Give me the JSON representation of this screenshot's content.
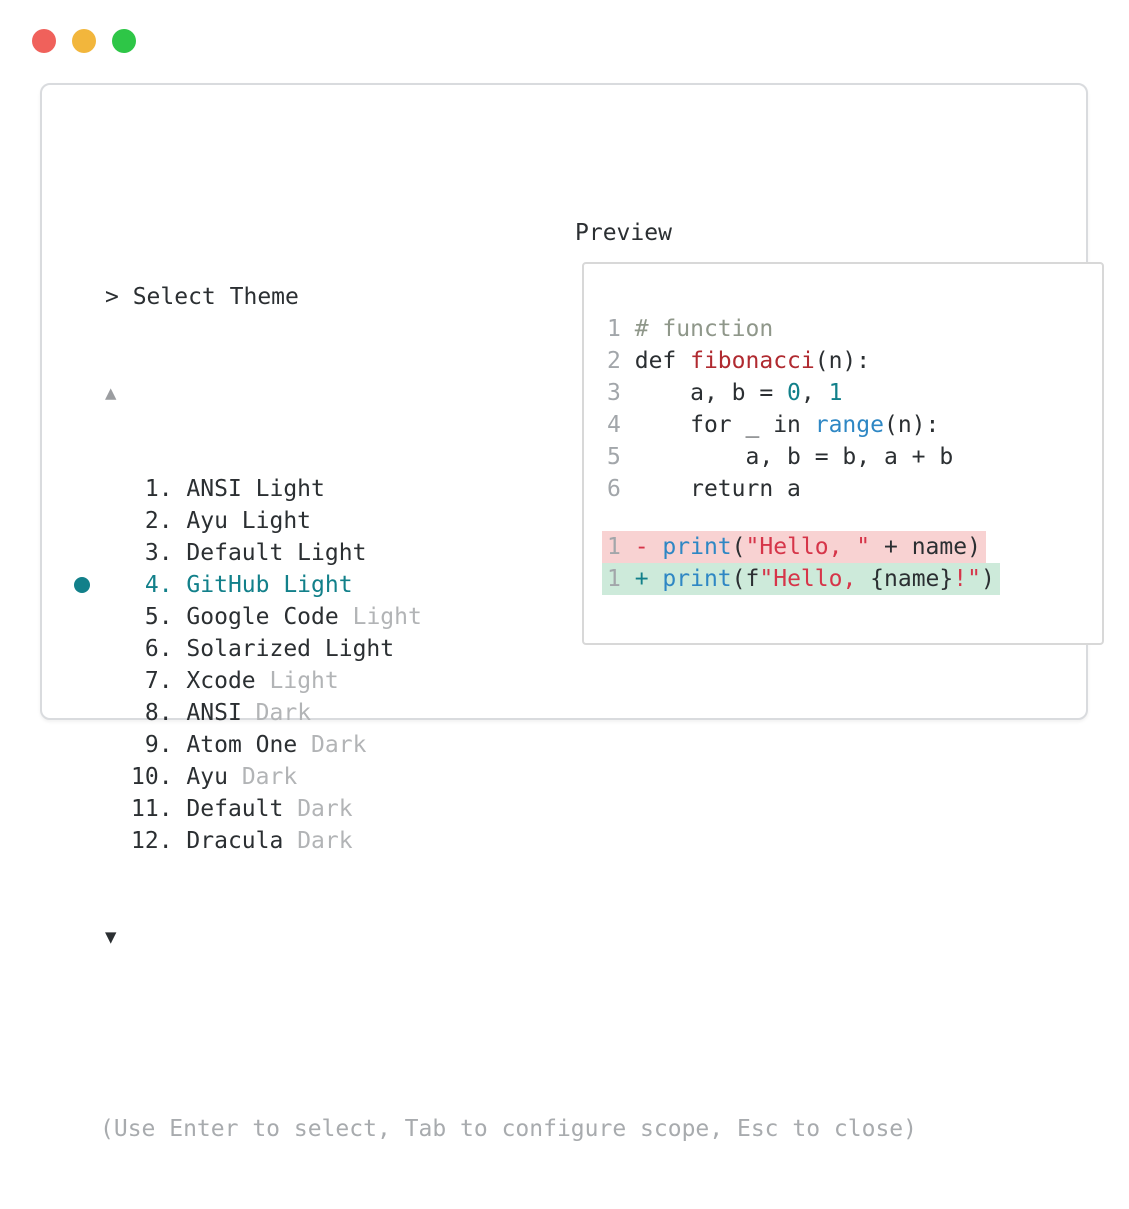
{
  "colors": {
    "text": "#2b2f32",
    "muted": "#b2b4b6",
    "hint": "#a8abae",
    "accent": "#12808a",
    "comment": "#8f978a",
    "func": "#b02a30",
    "string": "#d63549",
    "blue": "#2e87c4",
    "line_number": "#a2a6aa",
    "del_bg": "#f8d2d2",
    "add_bg": "#cdeada",
    "window_border": "#d9dbde",
    "box_border": "#d8d8d8"
  },
  "traffic_lights": [
    {
      "name": "close",
      "color": "#f0615b"
    },
    {
      "name": "minimize",
      "color": "#f2b63c"
    },
    {
      "name": "zoom",
      "color": "#2ec647"
    }
  ],
  "selector": {
    "title": "> Select Theme",
    "scroll_up": "▲",
    "scroll_down": "▼",
    "hint": "(Use Enter to select, Tab to configure scope, Esc to close)",
    "items": [
      {
        "number": " 1.",
        "label": "ANSI Light"
      },
      {
        "number": " 2.",
        "label": "Ayu Light"
      },
      {
        "number": " 3.",
        "label": "Default Light"
      },
      {
        "number": " 4.",
        "label": "GitHub Light",
        "selected": true
      },
      {
        "number": " 5.",
        "label": "Google Code",
        "variant": "Light"
      },
      {
        "number": " 6.",
        "label": "Solarized Light"
      },
      {
        "number": " 7.",
        "label": "Xcode",
        "variant": "Light"
      },
      {
        "number": " 8.",
        "label": "ANSI",
        "variant": "Dark"
      },
      {
        "number": " 9.",
        "label": "Atom One",
        "variant": "Dark"
      },
      {
        "number": "10.",
        "label": "Ayu",
        "variant": "Dark"
      },
      {
        "number": "11.",
        "label": "Default",
        "variant": "Dark"
      },
      {
        "number": "12.",
        "label": "Dracula",
        "variant": "Dark"
      }
    ]
  },
  "preview": {
    "title": "Preview",
    "code_lines": [
      {
        "number": "1",
        "segments": [
          {
            "color": "comment",
            "text": "# function"
          }
        ]
      },
      {
        "number": "2",
        "segments": [
          {
            "color": "text",
            "text": "def "
          },
          {
            "color": "func",
            "text": "fibonacci"
          },
          {
            "color": "text",
            "text": "(n):"
          }
        ]
      },
      {
        "number": "3",
        "segments": [
          {
            "color": "text",
            "text": "    a, b = "
          },
          {
            "color": "accent",
            "text": "0"
          },
          {
            "color": "text",
            "text": ", "
          },
          {
            "color": "accent",
            "text": "1"
          }
        ]
      },
      {
        "number": "4",
        "segments": [
          {
            "color": "text",
            "text": "    for _ in "
          },
          {
            "color": "blue",
            "text": "range"
          },
          {
            "color": "text",
            "text": "(n):"
          }
        ]
      },
      {
        "number": "5",
        "segments": [
          {
            "color": "text",
            "text": "        a, b = b, a + b"
          }
        ]
      },
      {
        "number": "6",
        "segments": [
          {
            "color": "text",
            "text": "    return a"
          }
        ]
      },
      {
        "blank": true
      },
      {
        "number": "1",
        "diff": "del",
        "segments": [
          {
            "color": "string",
            "text": "- "
          },
          {
            "color": "blue",
            "text": "print"
          },
          {
            "color": "text",
            "text": "("
          },
          {
            "color": "string",
            "text": "\"Hello, \""
          },
          {
            "color": "text",
            "text": " + name)"
          }
        ]
      },
      {
        "number": "1",
        "diff": "add",
        "segments": [
          {
            "color": "accent",
            "text": "+ "
          },
          {
            "color": "blue",
            "text": "print"
          },
          {
            "color": "text",
            "text": "(f"
          },
          {
            "color": "string",
            "text": "\"Hello, "
          },
          {
            "color": "text",
            "text": "{name}"
          },
          {
            "color": "string",
            "text": "!\""
          },
          {
            "color": "text",
            "text": ")"
          }
        ]
      }
    ]
  }
}
